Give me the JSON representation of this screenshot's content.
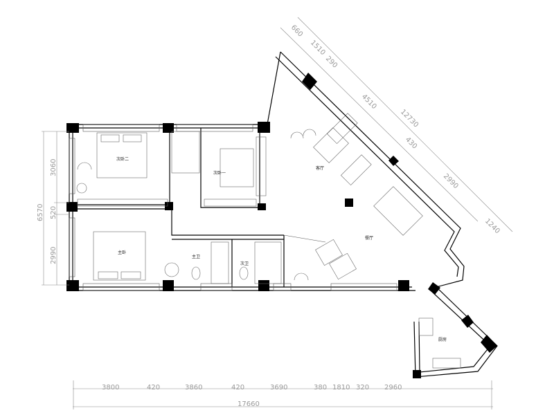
{
  "rooms": {
    "bedroom2": "次卧二",
    "bedroom1": "次卧一",
    "living": "客厅",
    "master": "主卧",
    "master_bath": "主卫",
    "second_bath": "次卫",
    "dining": "餐厅",
    "kitchen": "厨房"
  },
  "dimensions": {
    "bottom": [
      "3800",
      "420",
      "3860",
      "420",
      "3690",
      "380",
      "1810",
      "320",
      "2960"
    ],
    "bottom_total": "17660",
    "left": [
      "3060",
      "520",
      "2990"
    ],
    "left_total": "6570",
    "diagonal": [
      "660",
      "1510",
      "290",
      "4510",
      "430",
      "2990",
      "1240"
    ],
    "diagonal_total": "12730"
  }
}
